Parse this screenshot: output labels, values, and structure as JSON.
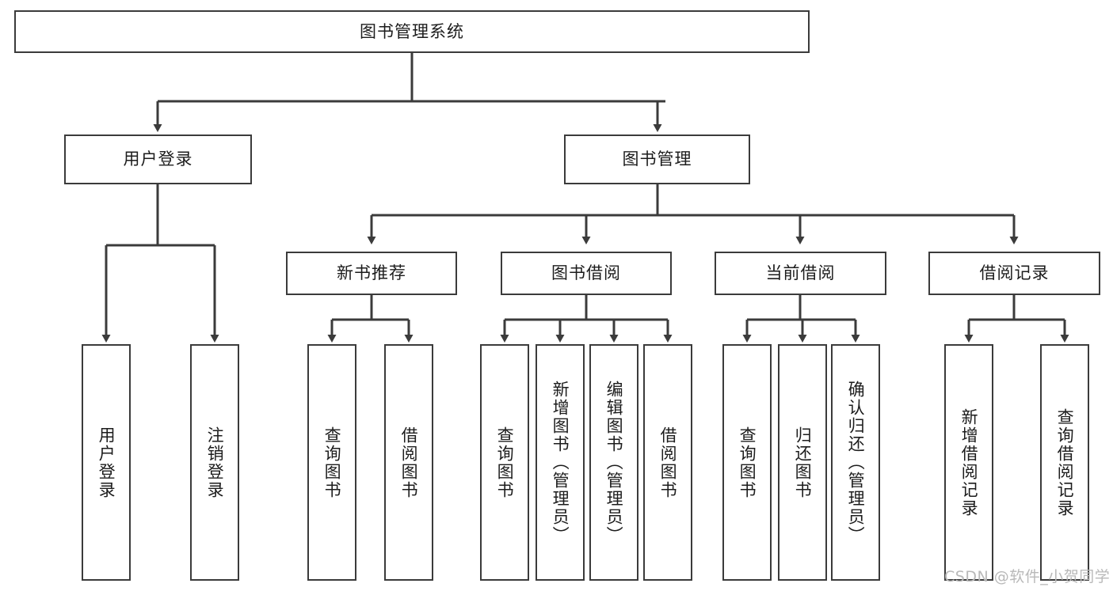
{
  "diagram": {
    "title": "图书管理系统",
    "type": "tree-hierarchy-chart",
    "root": {
      "label": "图书管理系统"
    },
    "level2": [
      {
        "label": "用户登录"
      },
      {
        "label": "图书管理"
      }
    ],
    "level3": [
      {
        "label": "新书推荐"
      },
      {
        "label": "图书借阅"
      },
      {
        "label": "当前借阅"
      },
      {
        "label": "借阅记录"
      }
    ],
    "leaves": {
      "user_login": [
        {
          "label": "用户登录"
        },
        {
          "label": "注销登录"
        }
      ],
      "new_book_recommend": [
        {
          "label": "查询图书"
        },
        {
          "label": "借阅图书"
        }
      ],
      "book_borrow": [
        {
          "label": "查询图书"
        },
        {
          "label": "新增图书（管理员）"
        },
        {
          "label": "编辑图书（管理员）"
        },
        {
          "label": "借阅图书"
        }
      ],
      "current_borrow": [
        {
          "label": "查询图书"
        },
        {
          "label": "归还图书"
        },
        {
          "label": "确认归还（管理员）"
        }
      ],
      "borrow_record": [
        {
          "label": "新增借阅记录"
        },
        {
          "label": "查询借阅记录"
        }
      ]
    }
  },
  "watermark": {
    "text": "CSDN @软件_小贺同学"
  },
  "colors": {
    "stroke": "#3b3b3b",
    "fill": "#ffffff",
    "text": "#1c1c1c",
    "watermark": "#b9b9b9"
  }
}
